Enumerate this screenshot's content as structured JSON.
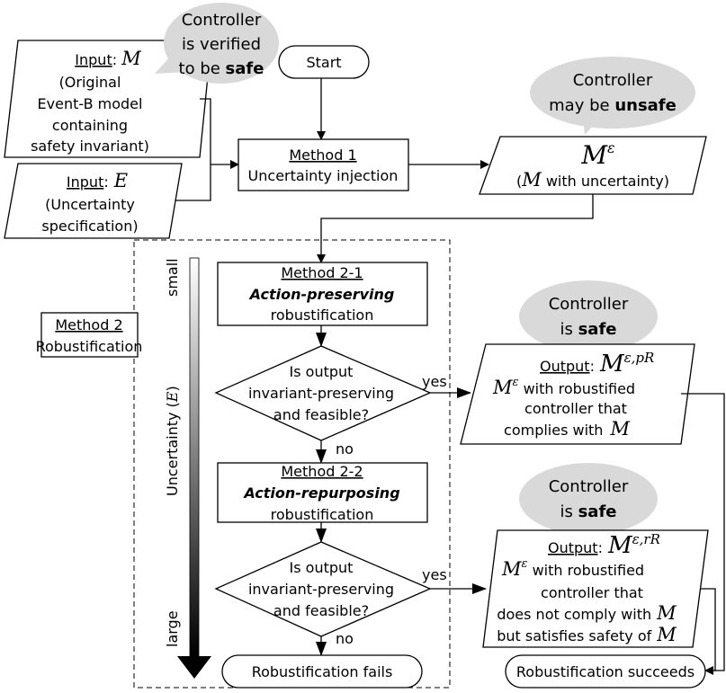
{
  "bubbles": {
    "verified": {
      "l1": "Controller",
      "l2": "is verified",
      "l3a": "to be ",
      "l3b": "safe"
    },
    "unsafe": {
      "l1": "Controller",
      "l2a": "may be ",
      "l2b": "unsafe"
    },
    "safe1": {
      "l1": "Controller",
      "l2a": "is ",
      "l2b": "safe"
    },
    "safe2": {
      "l1": "Controller",
      "l2a": "is ",
      "l2b": "safe"
    }
  },
  "start": "Start",
  "input_m": {
    "label": "Input",
    "sep": ": ",
    "sym": "M",
    "l2": "(Original",
    "l3": "Event-B model",
    "l4": "containing",
    "l5": "safety invariant)"
  },
  "input_e": {
    "label": "Input",
    "sep": ":",
    "sym": "E",
    "l2": "(Uncertainty",
    "l3": "specification)"
  },
  "method1": {
    "title": "Method 1",
    "sub": "Uncertainty injection"
  },
  "meps": {
    "sym": "M",
    "sup": "ε",
    "l2a": "(",
    "l2sym": "M",
    "l2b": " with uncertainty)"
  },
  "method2": {
    "title": "Method 2",
    "sub": "Robustification"
  },
  "method21": {
    "title": "Method 2-1",
    "sub1": "Action-preserving",
    "sub2": "robustification"
  },
  "method22": {
    "title": "Method 2-2",
    "sub1": "Action-repurposing",
    "sub2": "robustification"
  },
  "decision1": {
    "l1": "Is output",
    "l2": "invariant-preserving",
    "l3": "and feasible?",
    "yes": "yes",
    "no": "no"
  },
  "decision2": {
    "l1": "Is output",
    "l2": "invariant-preserving",
    "l3": "and feasible?",
    "yes": "yes",
    "no": "no"
  },
  "output1": {
    "label": "Output",
    "sep": ":",
    "sym": "M",
    "sup": "ε,pR",
    "l2sym": "M",
    "l2sup": "ε",
    "l2text": " with robustified",
    "l3": "controller that",
    "l4": "complies with",
    "l4sym": "M"
  },
  "output2": {
    "label": "Output",
    "sep": ":",
    "sym": "M",
    "sup": "ε,rR",
    "l2sym": "M",
    "l2sup": "ε",
    "l2text": " with robustified",
    "l3": "controller that",
    "l4": "does not comply with",
    "l4sym": "M",
    "l5": "but satisfies safety of",
    "l5sym": "M"
  },
  "fails": "Robustification fails",
  "succeeds": "Robustification succeeds",
  "uncertainty_axis": {
    "small": "small",
    "large": "large",
    "label": "Uncertainty (",
    "sym": "E",
    "close": ")"
  }
}
